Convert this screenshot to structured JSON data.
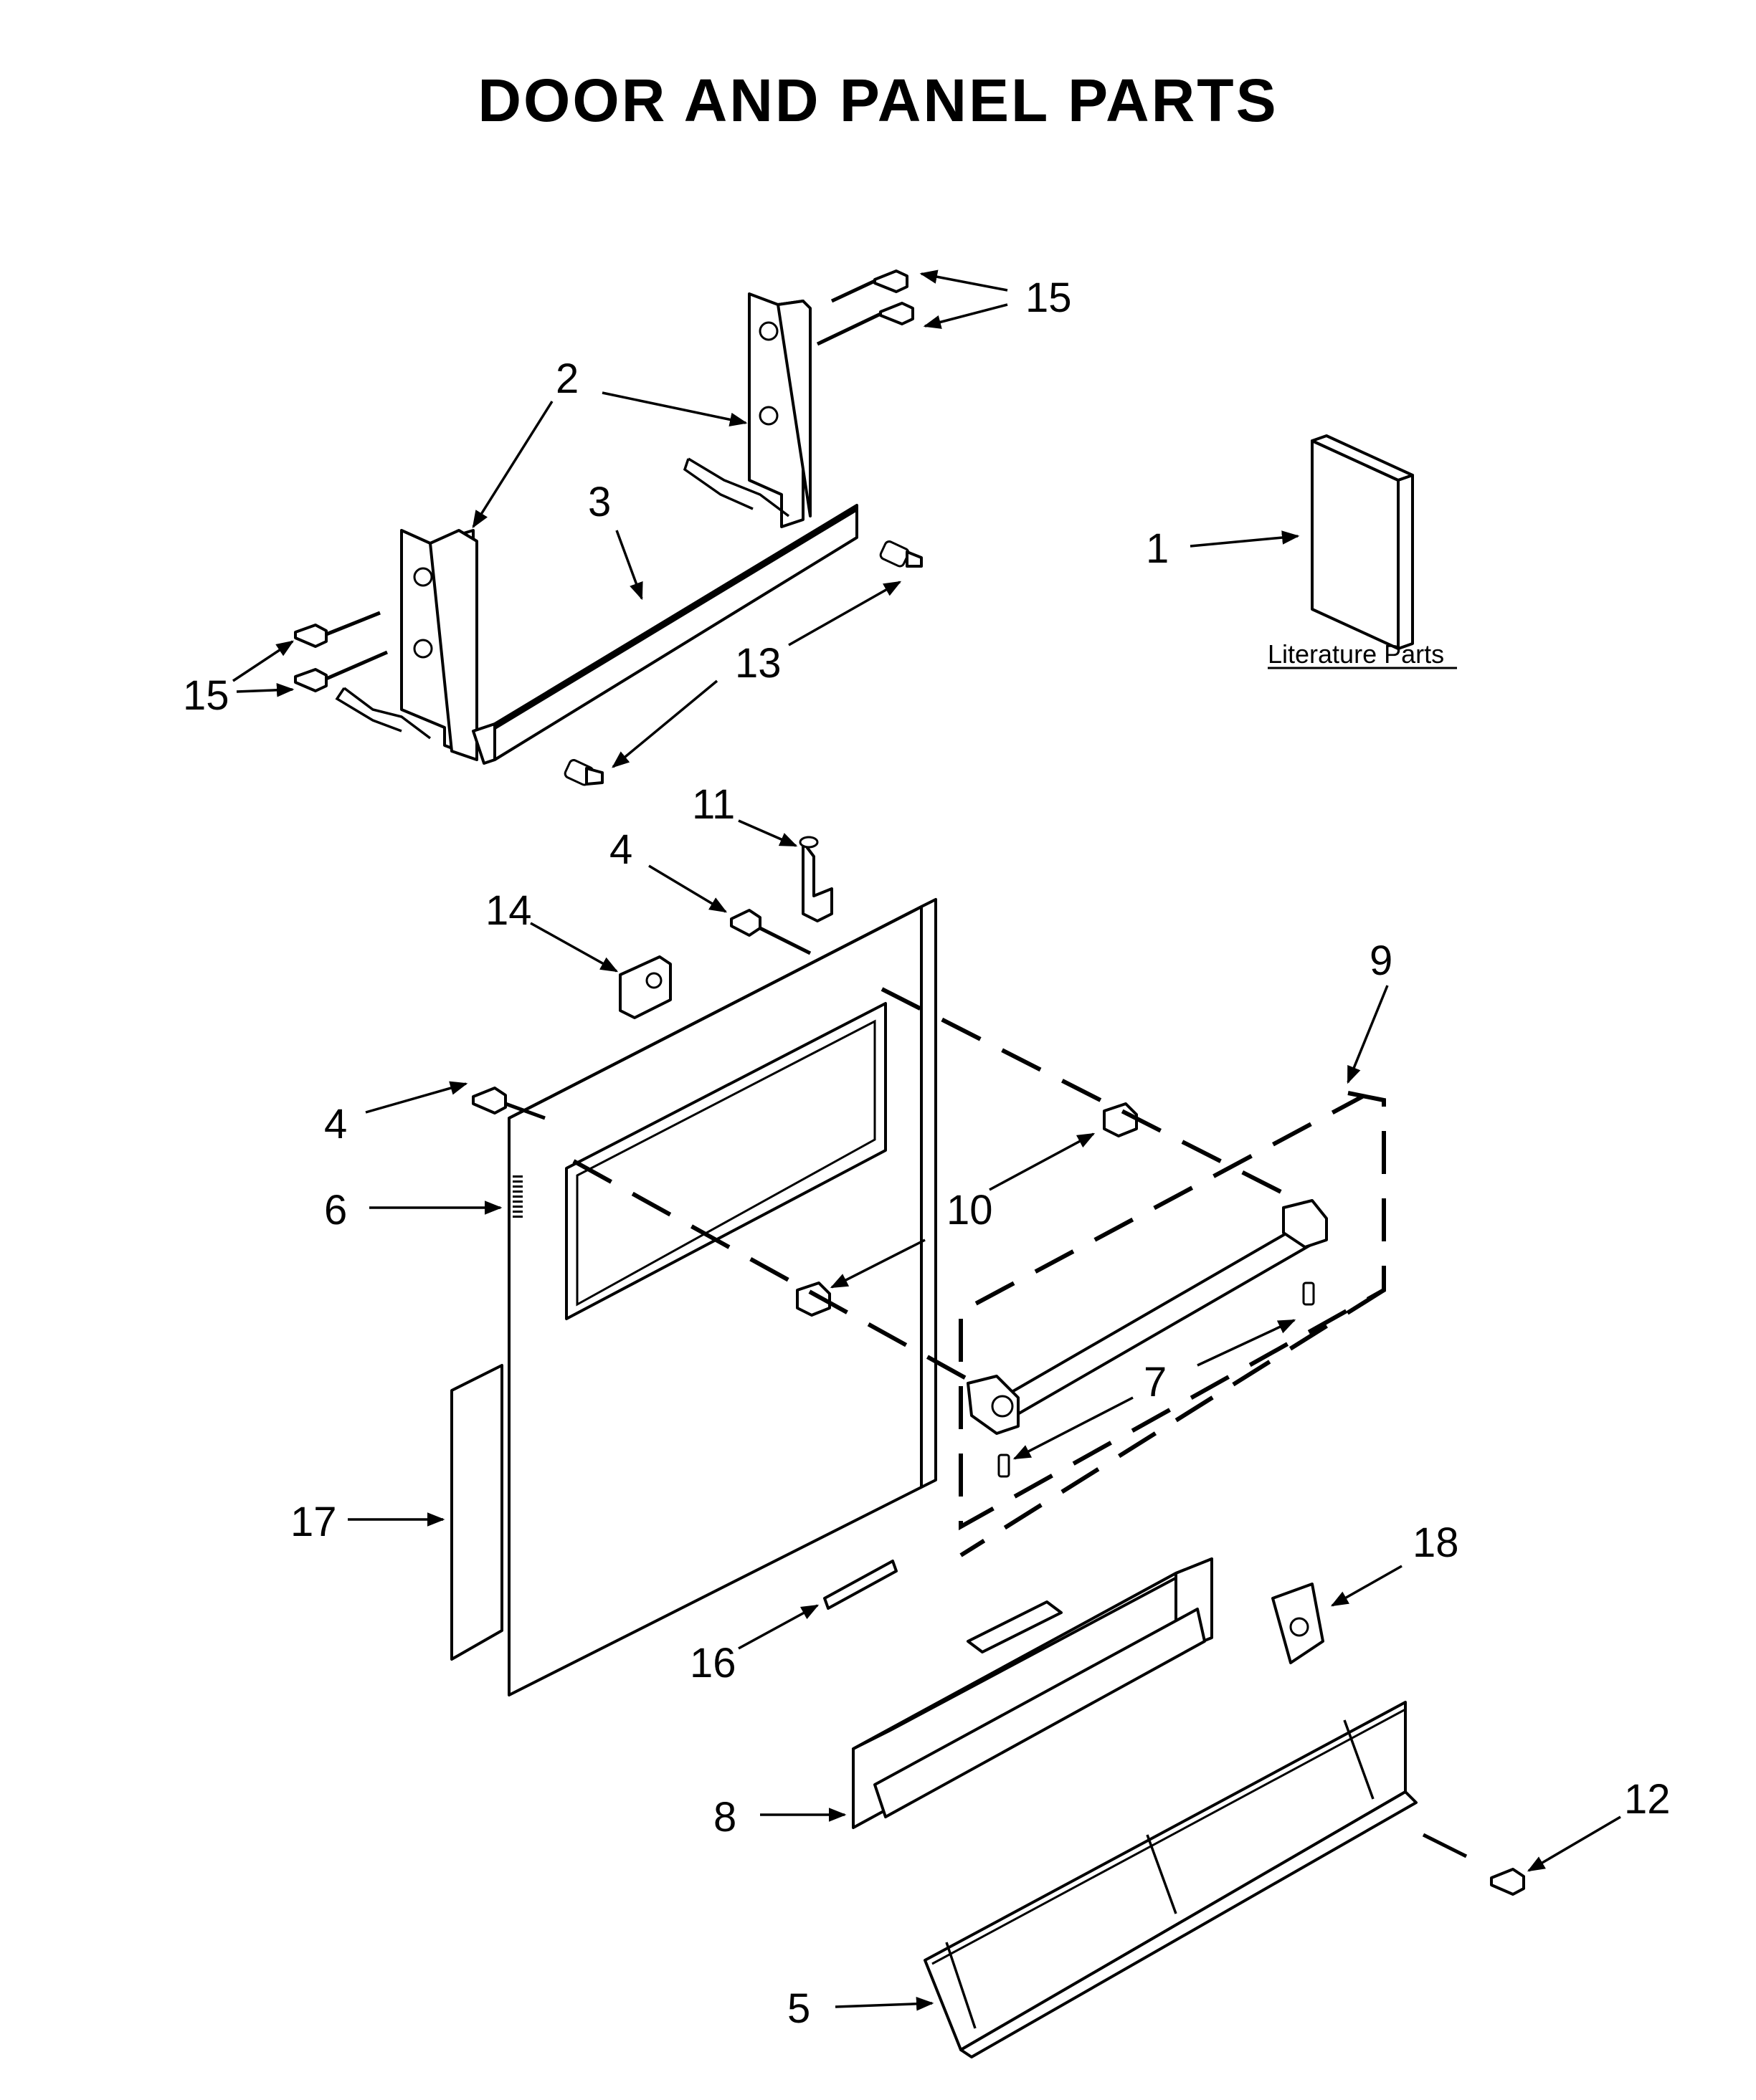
{
  "title": "DOOR AND PANEL PARTS",
  "literature_label": "Literature Parts",
  "callouts": {
    "c1": "1",
    "c2": "2",
    "c3": "3",
    "c4a": "4",
    "c4b": "4",
    "c5": "5",
    "c6": "6",
    "c7": "7",
    "c8": "8",
    "c9": "9",
    "c10": "10",
    "c11": "11",
    "c12": "12",
    "c13": "13",
    "c14": "14",
    "c15a": "15",
    "c15b": "15",
    "c16": "16",
    "c17": "17",
    "c18": "18"
  },
  "colors": {
    "line": "#000000",
    "background": "#ffffff"
  }
}
